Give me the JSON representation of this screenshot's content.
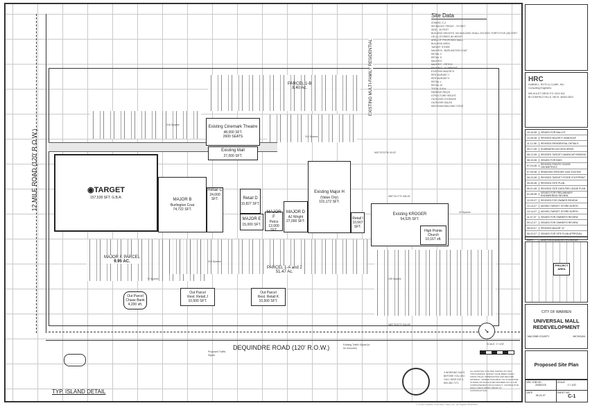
{
  "site_data": {
    "title": "Site Data",
    "lines": [
      "ZONING: C-2",
      "SETBACKS: FRONT - 75 FEET",
      "SIDE - 30 FEET",
      "BUILDING HEIGHTS: NO BUILDING SHALL EXCEED THIRTY-FIVE (35) FEET OR (2) STORIES IN HEIGHT",
      "AREA OF PROPOSED MALL:",
      "BUILDING AREA",
      "TARGET STORE",
      "MAJOR B - BURLINGTON COAT",
      "RETAIL C",
      "RETAIL D",
      "MAJOR E",
      "MAJOR F - PETCO",
      "MAJOR D - AJ WRIGHT",
      "EXISTING MAJOR H",
      "RESTAURANT J",
      "RESTAURANT K",
      "RETAIL L",
      "RETAIL M",
      "TOTAL G.B.A.",
      "PARKING REQ'D",
      "STRUCTURE HEIGHT",
      "OUTDOOR STORAGE",
      "OUTDOOR SALES",
      "MICHIGAN BUILDING CODE"
    ]
  },
  "plan": {
    "roads": {
      "west": "12 MILE ROAD (120' R.O.W.)",
      "south": "DEQUINDRE ROAD (120' R.O.W.)"
    },
    "residential": "EXISTING MULTI-FAMILY RESIDENTIAL",
    "parcels": [
      {
        "name": "PARCEL 1-B",
        "area": "8.40 Ac."
      },
      {
        "name": "MAJOR K PARCEL",
        "area": "9.95 AC."
      },
      {
        "name": "PARCEL 1-A and 2",
        "area": "51.47 Ac."
      }
    ],
    "buildings": {
      "target": {
        "name": "TARGET",
        "area": "157,528 SFT. G.B.A."
      },
      "major_b": {
        "name": "MAJOR B",
        "tenant": "Burlington Coat",
        "area": "74,722 SFT."
      },
      "cinemark": {
        "name": "Existing Cinemark Theatre",
        "area": "48,000 SFT.",
        "seats": "2600 SEATS"
      },
      "mall": {
        "name": "Existing Mall",
        "area": "27,000 SFT."
      },
      "retail_c": {
        "name": "Retail C",
        "area": "24,000 SFT."
      },
      "retail_d": {
        "name": "Retail D",
        "area": "10,827 SFT."
      },
      "major_e": {
        "name": "MAJOR E",
        "area": "15,000 SFT."
      },
      "major_f": {
        "name": "MAJOR F",
        "tenant": "Petco",
        "area": "12,000 SFT."
      },
      "major_d": {
        "name": "MAJOR D",
        "tenant": "AJ Wright",
        "area": "27,000 SFT."
      },
      "major_h": {
        "name": "Existing Major H",
        "tenant": "(Value City)",
        "area": "101,172 SFT."
      },
      "retail_i": {
        "name": "Retail I",
        "area": "10,667 SFT."
      },
      "kroger": {
        "name": "Existing KROGER",
        "area": "54,525 SFT."
      },
      "church": {
        "name": "High Pointe Church",
        "area": "10,167 sft."
      },
      "outparcel_a": {
        "name": "Out Parcel",
        "tenant": "Chase Bank",
        "area": "4,200 sft."
      },
      "outparcel_j": {
        "name": "Out Parcel",
        "tenant": "Rest. Retail J",
        "area": "10,500 SFT."
      },
      "outparcel_k": {
        "name": "Out Parcel",
        "tenant": "Rest. Retail K",
        "area": "10,500 SFT."
      }
    },
    "spaces": [
      "318 Spaces",
      "310 Spaces",
      "76 Spaces",
      "42 Spaces",
      "314 Spaces",
      "155 Spaces"
    ],
    "bearings": [
      "S89°24'17\"E 405.00'",
      "N00°20'13\"W 40.00'",
      "N89°33'42\"E 540.83'"
    ],
    "signals": [
      "Proposed Traffic Signal",
      "Existing Traffic Signal (to be removed)"
    ],
    "island_detail": "TYP. ISLAND DETAIL",
    "scale": "SCALE: 1\"=100'",
    "notice": "ALL EXISTING UTILITIES SHOWN ON THIS TOPOGRAPHIC SURVEY HAVE BEEN TAKEN FROM VISUAL OBSERVATION AND RECORD MATERIAL. WHERE AVAILABLE, NO GUARANTEE IS MADE OR SHOULD BE ASSUMED AS TO THE COMPLETENESS OR ACCURACY. CONTRACTOR SHALL FIELD VERIFY PRIOR TO CONSTRUCTION.",
    "miss_dig": "3 WORKING DAYS BEFORE YOU DIG CALL MISS DIG 1-800-482-7171"
  },
  "title_block": {
    "firm_logo": "HRC",
    "firm_name": "HUBBELL, ROTH & CLARK, INC.",
    "firm_sub": "Consulting Engineers",
    "address": [
      "555 HULET DRIVE   P.O. BOX 824",
      "BLOOMFIELD HILLS, MICH.   48303-0824"
    ],
    "revisions": [
      [
        "10-16-08",
        "ISSUED FOR BALLOT"
      ],
      [
        "12-09-08",
        "REVISED MAJOR K HANDICAP"
      ],
      [
        "11-12-08",
        "REVISED RESIDENTIAL DETAILS"
      ],
      [
        "09-17-08",
        "ELIMINATED ACCESS DRIVE"
      ],
      [
        "08-12-08",
        "REVISED TARGET HANDICAP PARKING"
      ],
      [
        "08-19-08",
        "ISSUED FOR BIDS"
      ],
      [
        "07-24-08",
        "REVISED POINTE HOUSE GEOMETRICS"
      ],
      [
        "07-09-08",
        "REMOVED KROGER GAS STATION"
      ],
      [
        "06-23-08",
        "REVISED TARGET STORE FOOTPRINT"
      ],
      [
        "05-30-08",
        "REVISED SITE PLAN"
      ],
      [
        "05-01-08",
        "REVISED SITE DATA PER LEASE PLAN"
      ],
      [
        "01-08-08",
        "ISSUED FOR PRELIMINARY ENGINEERING REVIEW"
      ],
      [
        "12-03-07",
        "REVISED FOR OWNER REVIEW"
      ],
      [
        "12-14-07",
        "MOVED TARGET STORE NORTH"
      ],
      [
        "12-14-07",
        "MOVED TARGET STORE NORTH"
      ],
      [
        "11-07-07",
        "ISSUED FOR OWNER'S REVIEW"
      ],
      [
        "09-12-07",
        "ISSUED FOR OWNER'S REVIEW"
      ],
      [
        "08-03-07",
        "REVISED MAJOR \"A\""
      ],
      [
        "06-22-07",
        "ISSUED FOR SITE PLAN APPROVAL"
      ]
    ],
    "rev_header": [
      "DATE",
      "ADDITIONS AND/OR REVISIONS"
    ],
    "map_label": "PROJECT AREA",
    "client": "CITY OF WARREN",
    "project": "UNIVERSAL MALL REDEVELOPMENT",
    "county": "MACOMB COUNTY",
    "state": "MICHIGAN",
    "sheet_title": "Proposed Site Plan",
    "job_no_label": "HRC JOB NO.",
    "job_no": "20061078",
    "scale_label": "SCALE",
    "scale": "1\"= 100'",
    "date_label": "DATE",
    "date": "06-22-07",
    "sheet_label": "SHEET NO.",
    "sheet": "C-1"
  },
  "copyright": "© 2008 Hubbell, Roth and Clark, Inc. All Rights Reserved"
}
